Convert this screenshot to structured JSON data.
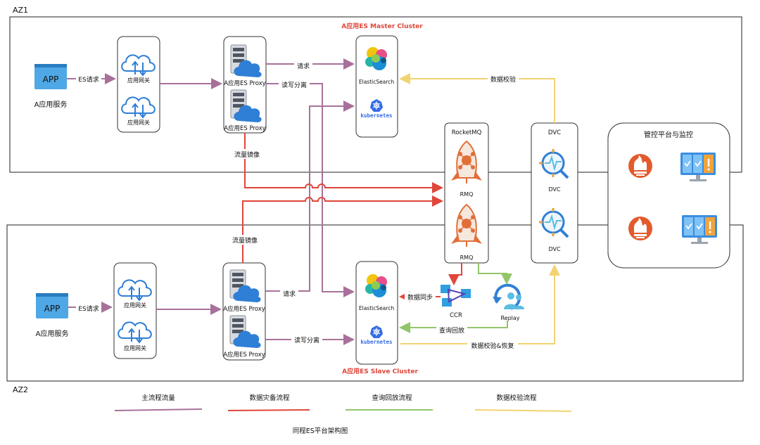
{
  "zones": {
    "az1": "AZ1",
    "az2": "AZ2",
    "master_cluster": "A应用ES Master Cluster",
    "slave_cluster": "A应用ES Slave Cluster"
  },
  "top": {
    "app": "APP",
    "app_service": "A应用服务",
    "edge_label": "ES请求",
    "gateway_1": "应用网关",
    "gateway_2": "应用网关",
    "proxy_1": "A应用ES Proxy",
    "proxy_2": "A应用ES Proxy",
    "request_label": "请求",
    "rw_split_label": "读写分离",
    "mirror_label": "流量镜像",
    "es": "ElasticSearch",
    "k8s": "kubernetes",
    "check_label": "数据校验"
  },
  "bottom": {
    "app": "APP",
    "app_service": "A应用服务",
    "edge_label": "ES请求",
    "gateway_1": "应用网关",
    "gateway_2": "应用网关",
    "proxy_1": "A应用ES Proxy",
    "proxy_2": "A应用ES Proxy",
    "request_label": "请求",
    "rw_split_label": "读写分离",
    "mirror_label": "流量镜像",
    "es": "ElasticSearch",
    "k8s": "kubernetes",
    "sync_label": "数据同步",
    "replay_label": "查询回放",
    "check_restore_label": "数据校验&恢复"
  },
  "rocketmq": {
    "title": "RocketMQ",
    "rmq_1": "RMQ",
    "rmq_2": "RMQ"
  },
  "dvc": {
    "title": "DVC",
    "dvc_1": "DVC",
    "dvc_2": "DVC"
  },
  "ccr": "CCR",
  "replay": "Replay",
  "monitor": {
    "title": "管控平台与监控"
  },
  "legend": [
    {
      "label": "主流程流量",
      "color": "#a8719a"
    },
    {
      "label": "数据灾备流程",
      "color": "#e0463a"
    },
    {
      "label": "查询回放流程",
      "color": "#92c56a"
    },
    {
      "label": "数据校验流程",
      "color": "#f2d372"
    }
  ],
  "caption": "同程ES平台架构图",
  "colors": {
    "main": "#a8719a",
    "dr": "#e0463a",
    "replay": "#92c56a",
    "check": "#f2d372",
    "cloud": "#2f7fd6",
    "cluster_title": "#e0463a"
  }
}
